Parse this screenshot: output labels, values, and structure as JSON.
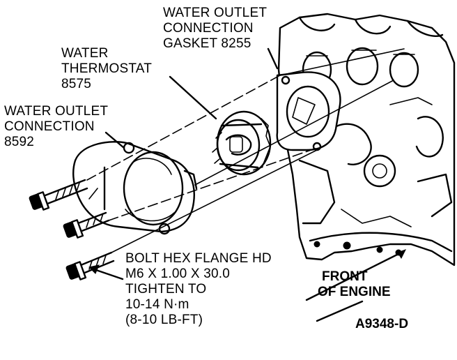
{
  "labels": {
    "gasket": [
      "WATER OUTLET",
      "CONNECTION",
      "GASKET 8255"
    ],
    "thermostat": [
      "WATER",
      "THERMOSTAT",
      "8575"
    ],
    "outlet": [
      "WATER OUTLET",
      "CONNECTION",
      "8592"
    ],
    "bolt": [
      "BOLT HEX FLANGE HD",
      "M6 X 1.00 X 30.0",
      "TIGHTEN TO",
      "10-14 N·m",
      "(8-10 LB-FT)"
    ],
    "front": [
      "FRONT",
      "OF ENGINE"
    ],
    "figure_id": "A9348-D"
  }
}
